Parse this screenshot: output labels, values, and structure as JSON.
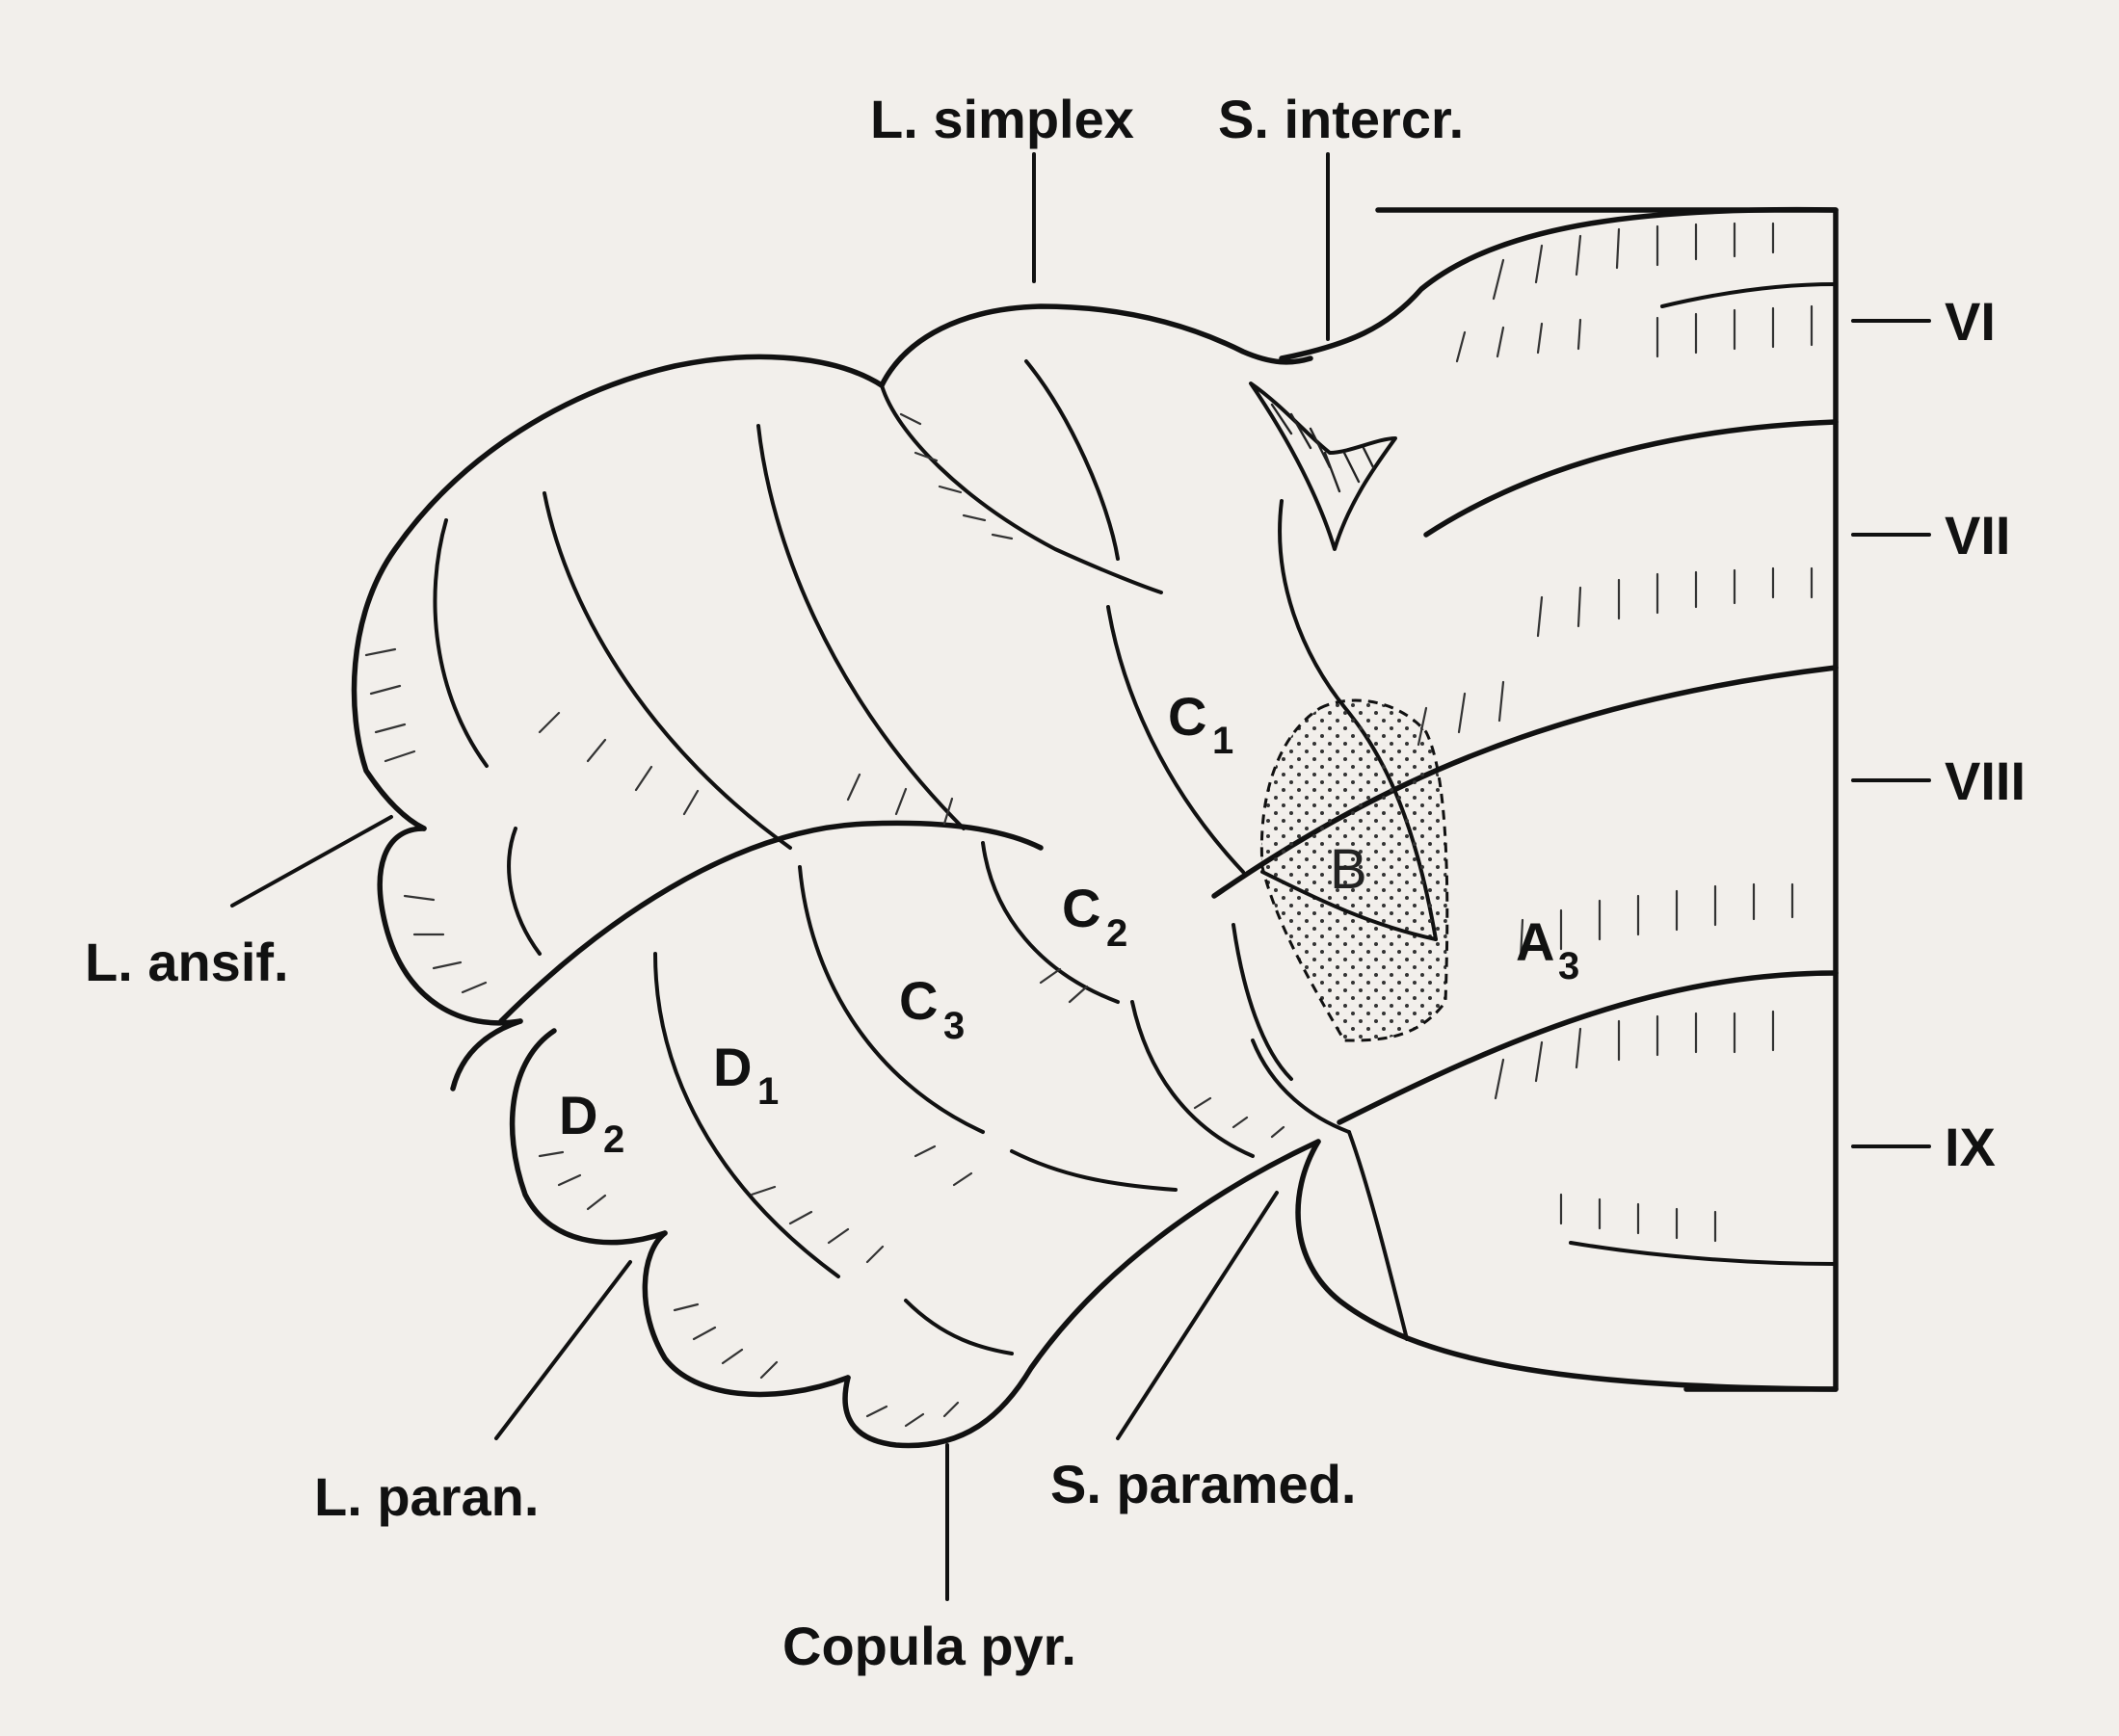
{
  "labels": {
    "simplex": "L. simplex",
    "intercr": "S. intercr.",
    "ansif": "L. ansif.",
    "paran": "L. paran.",
    "paramed": "S. paramed.",
    "copula": "Copula pyr."
  },
  "lobules": {
    "vi": "VI",
    "vii": "VII",
    "viii": "VIII",
    "ix": "IX"
  },
  "zones": {
    "c1": {
      "letter": "C",
      "index": "1"
    },
    "c2": {
      "letter": "C",
      "index": "2"
    },
    "c3": {
      "letter": "C",
      "index": "3"
    },
    "d1": {
      "letter": "D",
      "index": "1"
    },
    "d2": {
      "letter": "D",
      "index": "2"
    },
    "a3": {
      "letter": "A",
      "index": "3"
    },
    "b": "B"
  }
}
